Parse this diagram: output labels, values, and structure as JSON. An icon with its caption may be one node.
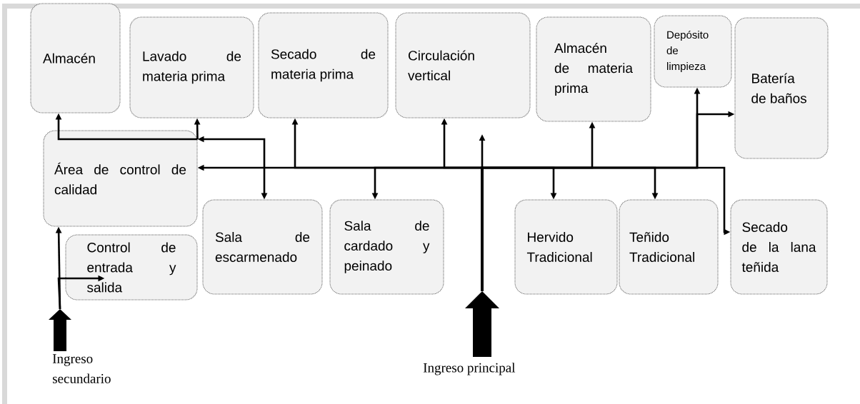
{
  "diagram": {
    "nodes": [
      {
        "text": [
          "Almacén"
        ]
      },
      {
        "text": [
          "Lavado de materia prima"
        ]
      },
      {
        "text": [
          "Secado de materia prima"
        ]
      },
      {
        "text": [
          "Circulación vertical"
        ]
      },
      {
        "text": [
          "Almacén de materia prima"
        ]
      },
      {
        "text": [
          "Depósito de limpieza"
        ]
      },
      {
        "text": [
          "Batería de baños"
        ]
      },
      {
        "text": [
          "Área de control de calidad"
        ]
      },
      {
        "text": [
          "Control de entrada y salida"
        ]
      },
      {
        "text": [
          "Sala de escarmenado"
        ]
      },
      {
        "text": [
          "Sala de cardado y peinado"
        ]
      },
      {
        "text": [
          "Hervido Tradicional"
        ]
      },
      {
        "text": [
          "Teñido Tradicional"
        ]
      },
      {
        "text": [
          "Secado de la lana teñida"
        ]
      },
      {
        "text": [
          "Ingreso secundario"
        ]
      },
      {
        "text": [
          "Ingreso principal"
        ]
      }
    ],
    "edges": [
      {
        "from": 9,
        "to": 7,
        "arrow": "both"
      },
      {
        "from": 7,
        "to": 0,
        "arrow": "to"
      },
      {
        "from": 7,
        "to": 1,
        "arrow": "to"
      },
      {
        "from": 15,
        "to": 7,
        "arrow": "to"
      },
      {
        "from": 15,
        "to": null,
        "arrow": "to"
      },
      {
        "from": 15,
        "to": 2,
        "arrow": "to"
      },
      {
        "from": 15,
        "to": 3,
        "arrow": "to"
      },
      {
        "from": 15,
        "to": 10,
        "arrow": "to"
      },
      {
        "from": 15,
        "to": 11,
        "arrow": "to"
      },
      {
        "from": 15,
        "to": 4,
        "arrow": "to"
      },
      {
        "from": 15,
        "to": 12,
        "arrow": "to"
      },
      {
        "from": 15,
        "to": 5,
        "arrow": "to"
      },
      {
        "from": 15,
        "to": 6,
        "arrow": "to"
      },
      {
        "from": 15,
        "to": 13,
        "arrow": "to"
      },
      {
        "from": 14,
        "to": 7,
        "arrow": "to"
      },
      {
        "from": 14,
        "to": 8,
        "arrow": "to"
      }
    ]
  }
}
